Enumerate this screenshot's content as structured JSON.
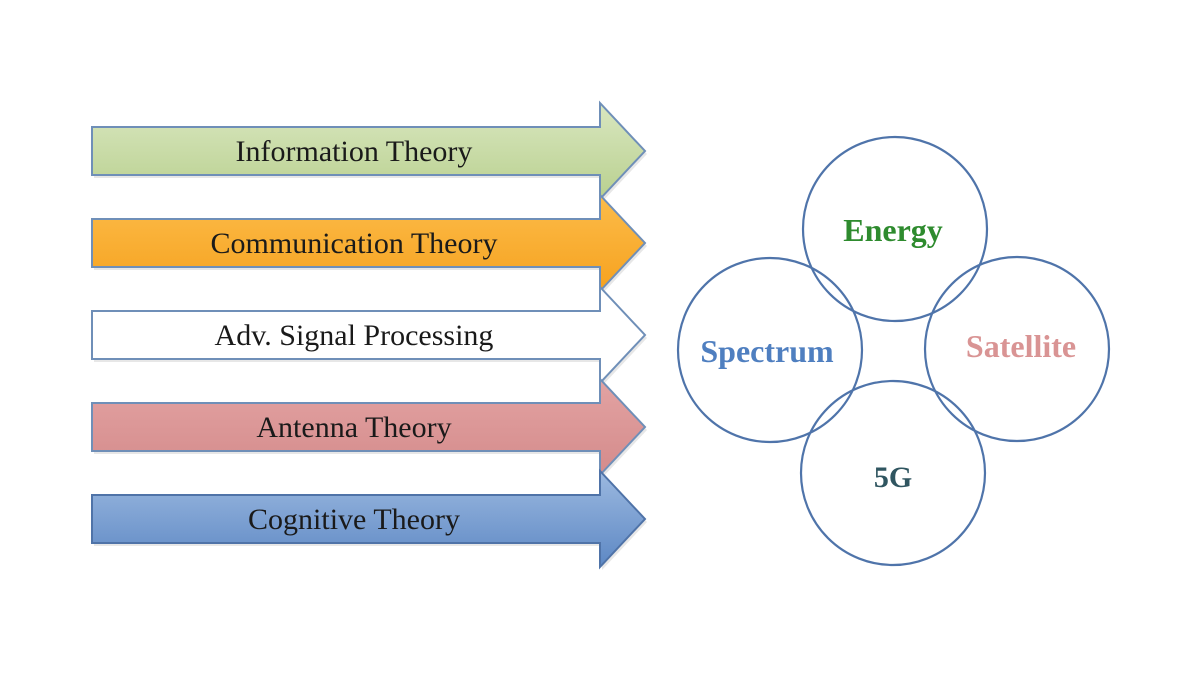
{
  "arrows": [
    {
      "label": "Information Theory",
      "fill_top": "#d9e7c0",
      "fill_bottom": "#b9d08f",
      "stroke": "#6f8fb8",
      "text_color": "#1a1a1a"
    },
    {
      "label": "Communication Theory",
      "fill_top": "#fcbc4a",
      "fill_bottom": "#f6a21f",
      "stroke": "#6f8fb8",
      "text_color": "#1a1a1a"
    },
    {
      "label": "Adv. Signal Processing",
      "fill_top": "#ffffff",
      "fill_bottom": "#ffffff",
      "stroke": "#6f8fb8",
      "text_color": "#1a1a1a"
    },
    {
      "label": "Antenna Theory",
      "fill_top": "#e3a3a3",
      "fill_bottom": "#d48b8b",
      "stroke": "#6f8fb8",
      "text_color": "#1a1a1a"
    },
    {
      "label": "Cognitive Theory",
      "fill_top": "#9cb9e0",
      "fill_bottom": "#5d88c4",
      "stroke": "#4f73a8",
      "text_color": "#1a1a1a"
    }
  ],
  "circles": [
    {
      "label": "Energy",
      "color": "#2e8b2e"
    },
    {
      "label": "Spectrum",
      "color": "#4f7fc0"
    },
    {
      "label": "Satellite",
      "color": "#d99494"
    },
    {
      "label": "5G",
      "color": "#2f5560"
    }
  ],
  "circle_stroke": "#4f74aa"
}
